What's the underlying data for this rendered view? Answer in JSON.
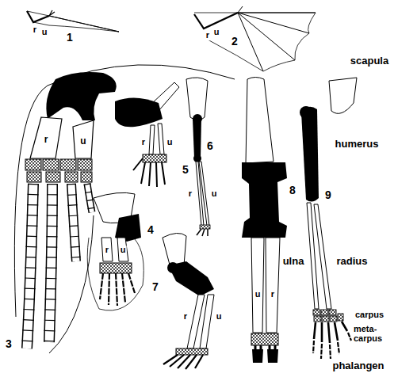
{
  "diagram": {
    "labels": [
      "1",
      "r",
      "u",
      "2",
      "r",
      "u",
      "r",
      "u",
      "3",
      "r",
      "u",
      "5",
      "6",
      "r",
      "u",
      "r",
      "u",
      "4",
      "7",
      "r",
      "u",
      "8",
      "u",
      "r",
      "scapula",
      "humerus",
      "9",
      "ulna",
      "radius",
      "carpus",
      "meta- carpus",
      "phalangen"
    ]
  }
}
